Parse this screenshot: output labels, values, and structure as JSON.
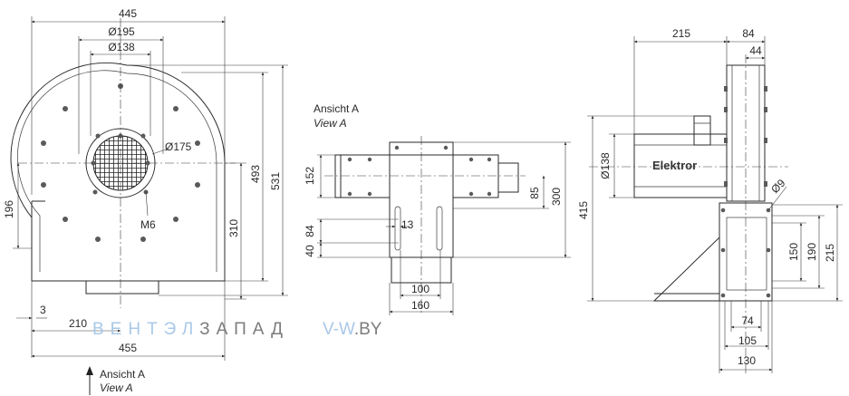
{
  "labels": {
    "view_a_de": "Ansicht A",
    "view_a_en": "View A",
    "brand": "Elektror",
    "m6": "M6"
  },
  "watermark": {
    "part1": "ВЕНТЭЛ",
    "part2": "ЗАПАД",
    "url_part1": "V-W",
    "url_part2": ".BY",
    "color_light": "#a9c8e8",
    "color_dark": "#7c7c7c"
  },
  "front_view": {
    "d445": "445",
    "d195": "Ø195",
    "d138": "Ø138",
    "d175": "Ø175",
    "d196": "196",
    "d310": "310",
    "d493": "493",
    "d531": "531",
    "d3": "3",
    "d210": "210",
    "d455": "455"
  },
  "view_a": {
    "d152": "152",
    "d84": "84",
    "d40": "40",
    "d13": "13",
    "d85": "85",
    "d300": "300",
    "d100": "100",
    "d160": "160"
  },
  "side_view": {
    "d215_top": "215",
    "d84": "84",
    "d44": "44",
    "d138": "Ø138",
    "d415": "415",
    "d9": "Ø9",
    "d150": "150",
    "d190": "190",
    "d215_right": "215",
    "d74": "74",
    "d105": "105",
    "d130": "130"
  }
}
